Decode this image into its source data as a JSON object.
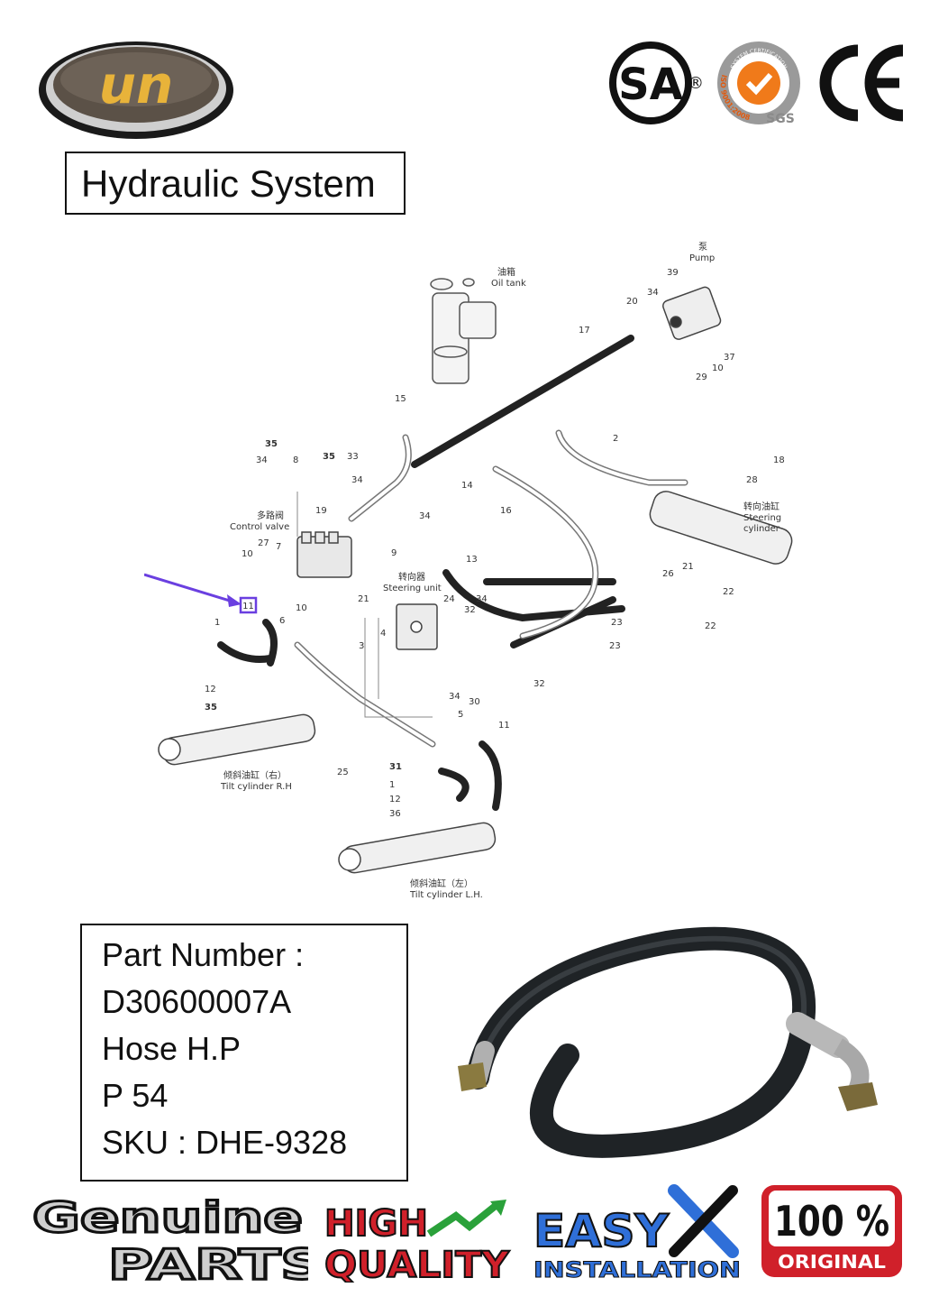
{
  "header": {
    "brand_logo": "un",
    "certifications": [
      "csa-icon",
      "sgs-iso-icon",
      "ce-icon"
    ],
    "csa_registered": "®",
    "sgs_ring_top": "SYSTEM CERTIFICATION",
    "sgs_ring_left": "ISO 9001:2008",
    "sgs_label": "SGS"
  },
  "title": "Hydraulic System",
  "diagram": {
    "labels": {
      "pump_cn": "泵",
      "pump": "Pump",
      "oil_tank_cn": "油箱",
      "oil_tank": "Oil tank",
      "control_valve_cn": "多路阀",
      "control_valve": "Control valve",
      "steering_unit_cn": "转向器",
      "steering_unit": "Steering unit",
      "steering_cylinder_cn": "转向油缸",
      "steering_cylinder_1": "Steering",
      "steering_cylinder_2": "cylinder",
      "tilt_rh_cn": "倾斜油缸（右）",
      "tilt_rh": "Tilt cylinder R.H",
      "tilt_lh_cn": "倾斜油缸（左）",
      "tilt_lh": "Tilt cylinder L.H."
    },
    "callouts": [
      "39",
      "20",
      "34",
      "17",
      "37",
      "10",
      "29",
      "15",
      "35",
      "35",
      "33",
      "34",
      "8",
      "34",
      "14",
      "2",
      "18",
      "28",
      "19",
      "34",
      "16",
      "27",
      "7",
      "10",
      "9",
      "13",
      "26",
      "21",
      "22",
      "22",
      "21",
      "24",
      "34",
      "32",
      "23",
      "10",
      "6",
      "4",
      "1",
      "3",
      "30",
      "34",
      "32",
      "12",
      "35",
      "5",
      "11",
      "31",
      "1",
      "12",
      "25",
      "36",
      "23"
    ],
    "highlight_callout": "11"
  },
  "part": {
    "number_label": "Part Number :",
    "number": "D30600007A",
    "name": "Hose H.P",
    "page": "P 54",
    "sku": "SKU : DHE-9328"
  },
  "badges": {
    "genuine_1": "Genuine",
    "genuine_2": "PARTS",
    "high": "HIGH",
    "quality": "QUALITY",
    "easy": "EASY",
    "installation": "INSTALLATION",
    "percent": "100 %",
    "original": "ORIGINAL"
  },
  "colors": {
    "highlight": "#6a3fe0",
    "sgs_orange": "#f07a1a",
    "badge_red": "#d0202a",
    "easy_blue": "#2f6fd8",
    "quality_green": "#2aa13a"
  }
}
